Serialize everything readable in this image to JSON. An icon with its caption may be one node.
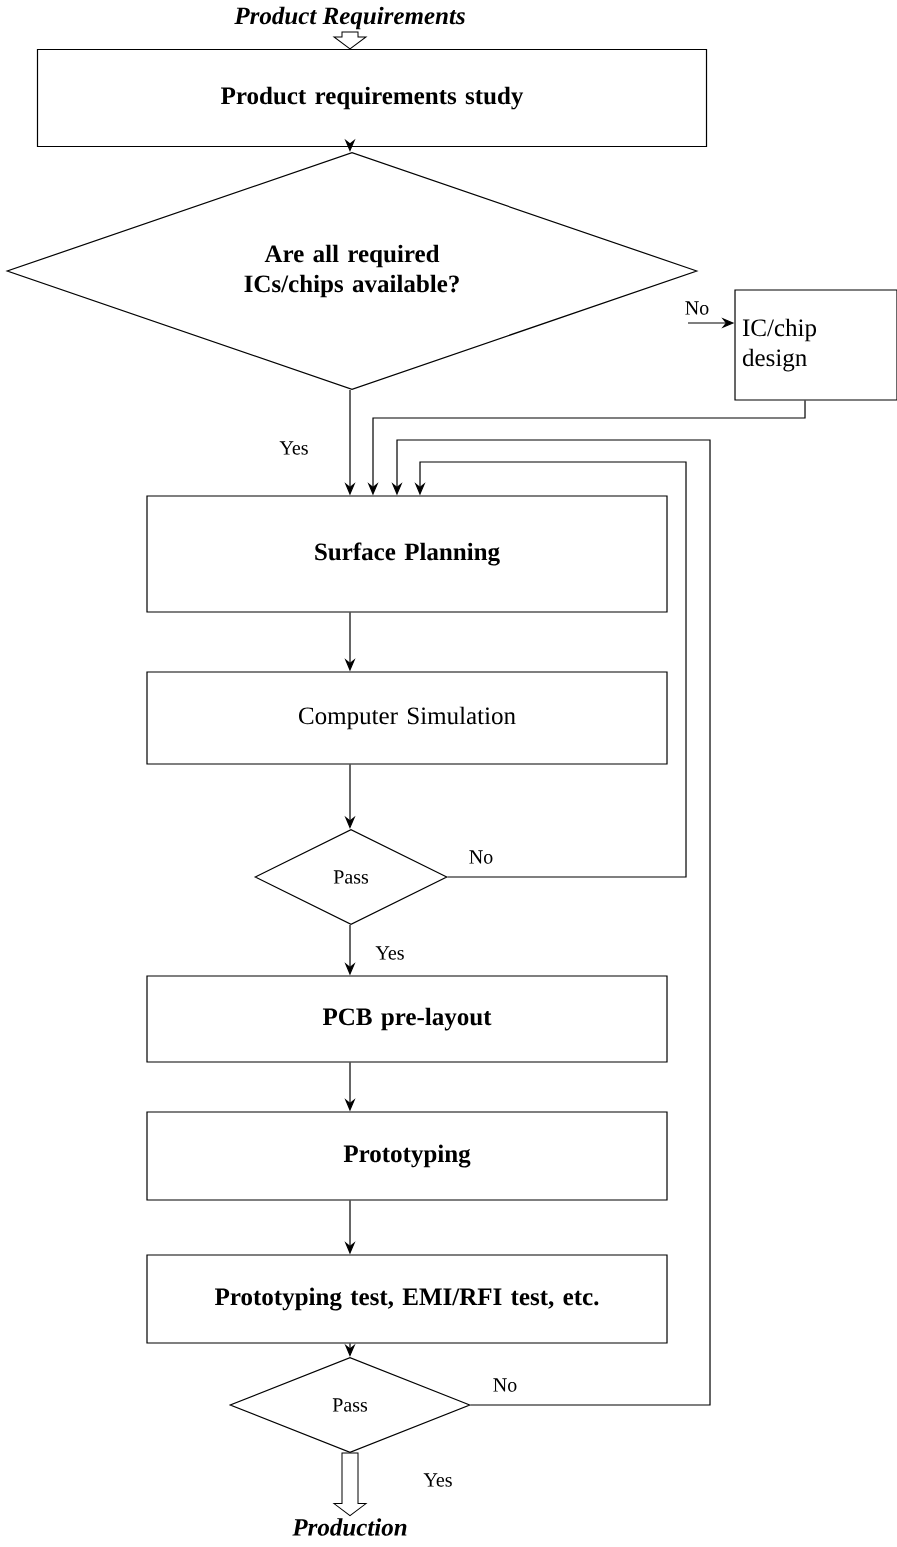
{
  "diagram": {
    "nodes": [
      {
        "text": [
          "Product Requirements"
        ]
      },
      {
        "text": [
          "Product requirements study"
        ]
      },
      {
        "text": [
          "Are all required ICs/chips available?"
        ]
      },
      {
        "text": [
          "IC/chip design"
        ]
      },
      {
        "text": [
          "Surface Planning"
        ]
      },
      {
        "text": [
          "Computer Simulation"
        ]
      },
      {
        "text": [
          "Pass"
        ]
      },
      {
        "text": [
          "PCB pre-layout"
        ]
      },
      {
        "text": [
          "Prototyping"
        ]
      },
      {
        "text": [
          "Prototyping test, EMI/RFI test, etc."
        ]
      },
      {
        "text": [
          "Pass"
        ]
      },
      {
        "text": [
          "Production"
        ]
      }
    ],
    "edges": [
      {
        "from": 0,
        "to": 1,
        "arrow": "to"
      },
      {
        "from": 1,
        "to": 2,
        "arrow": "to"
      },
      {
        "from": 2,
        "to": 3,
        "arrow": "to",
        "label": "No"
      },
      {
        "from": 2,
        "to": 4,
        "arrow": "to",
        "label": "Yes"
      },
      {
        "from": 3,
        "to": 4,
        "arrow": "to"
      },
      {
        "from": 6,
        "to": 4,
        "arrow": "to",
        "label": "No"
      },
      {
        "from": 10,
        "to": 4,
        "arrow": "to",
        "label": "No"
      },
      {
        "from": 4,
        "to": 5,
        "arrow": "to"
      },
      {
        "from": 5,
        "to": 6,
        "arrow": "to"
      },
      {
        "from": 6,
        "to": 7,
        "arrow": "to",
        "label": "Yes"
      },
      {
        "from": 7,
        "to": 8,
        "arrow": "to"
      },
      {
        "from": 8,
        "to": 9,
        "arrow": "to"
      },
      {
        "from": 9,
        "to": 10,
        "arrow": "to"
      },
      {
        "from": 10,
        "to": 11,
        "arrow": "to",
        "label": "Yes"
      }
    ]
  }
}
